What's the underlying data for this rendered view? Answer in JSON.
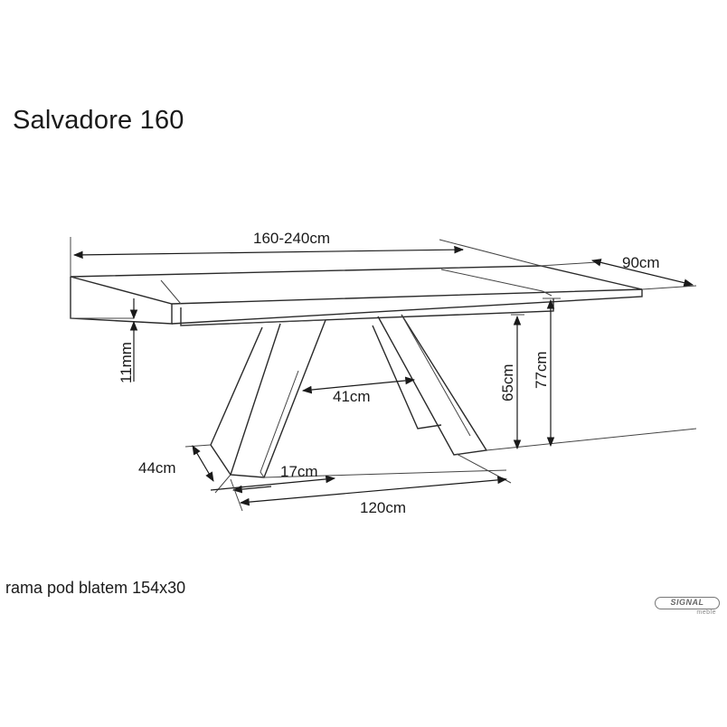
{
  "title": "Salvadore 160",
  "note": "rama pod blatem 154x30",
  "logo": {
    "brand": "SIGNAL",
    "sub": "meble"
  },
  "dimensions": {
    "length": "160-240cm",
    "depth": "90cm",
    "top_thickness": "11mm",
    "leg_gap": "41cm",
    "clearance_height": "65cm",
    "total_height": "77cm",
    "foot_depth": "44cm",
    "foot_width": "17cm",
    "base_length": "120cm"
  },
  "colors": {
    "line": "#2a2a2a",
    "background": "#ffffff"
  }
}
